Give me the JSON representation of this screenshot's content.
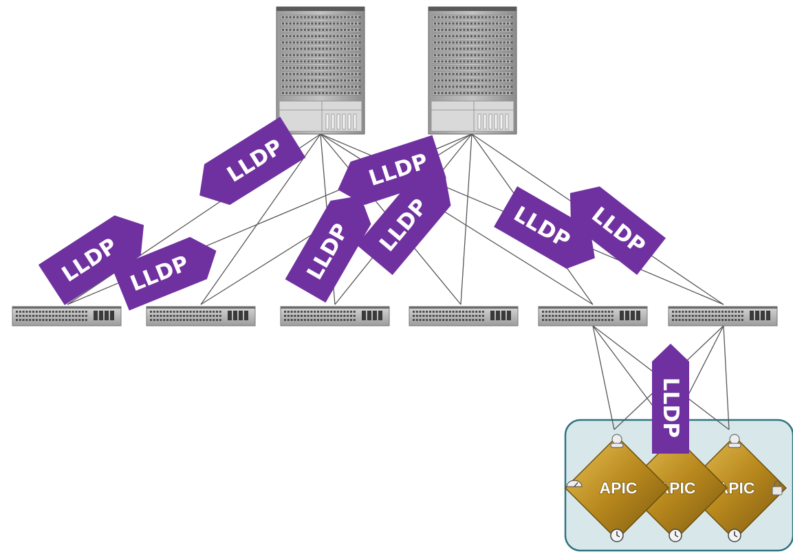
{
  "protocol_label": "LLDP",
  "controller_label": "APIC",
  "colors": {
    "lldp": "#7031a0",
    "link": "#555555",
    "cluster_fill": "#d8e8ea",
    "cluster_border": "#2e7480",
    "apic_gold": "#b9891d"
  },
  "devices": {
    "spines": [
      "spine-switch-1",
      "spine-switch-2"
    ],
    "leaves": [
      "leaf-switch-1",
      "leaf-switch-2",
      "leaf-switch-3",
      "leaf-switch-4",
      "leaf-switch-5",
      "leaf-switch-6"
    ],
    "controllers": [
      "apic-1",
      "apic-2",
      "apic-3"
    ]
  }
}
